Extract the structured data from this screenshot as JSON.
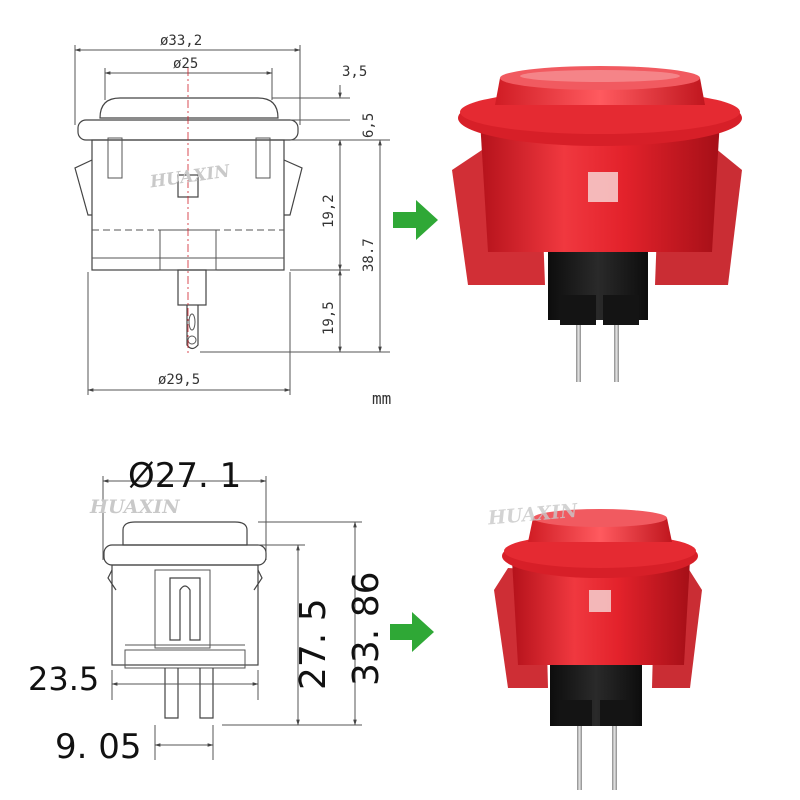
{
  "watermark": "HUAXIN",
  "unit_label": "mm",
  "top_diagram": {
    "outer_diameter": "ø33,2",
    "cap_diameter": "ø25",
    "base_diameter": "ø29,5",
    "cap_height": "3,5",
    "flange_height": "6,5",
    "body_height": "19,2",
    "total_height": "38.7",
    "pin_length": "19,5"
  },
  "bottom_diagram": {
    "diameter": "Ø27. 1",
    "body_height": "27. 5",
    "total_height": "33. 86",
    "base_width": "23.5",
    "pin_spacing": "9. 05"
  },
  "colors": {
    "arrow": "#2fa836",
    "button_red": "#e0202a",
    "housing_black": "#1c1c1c"
  }
}
